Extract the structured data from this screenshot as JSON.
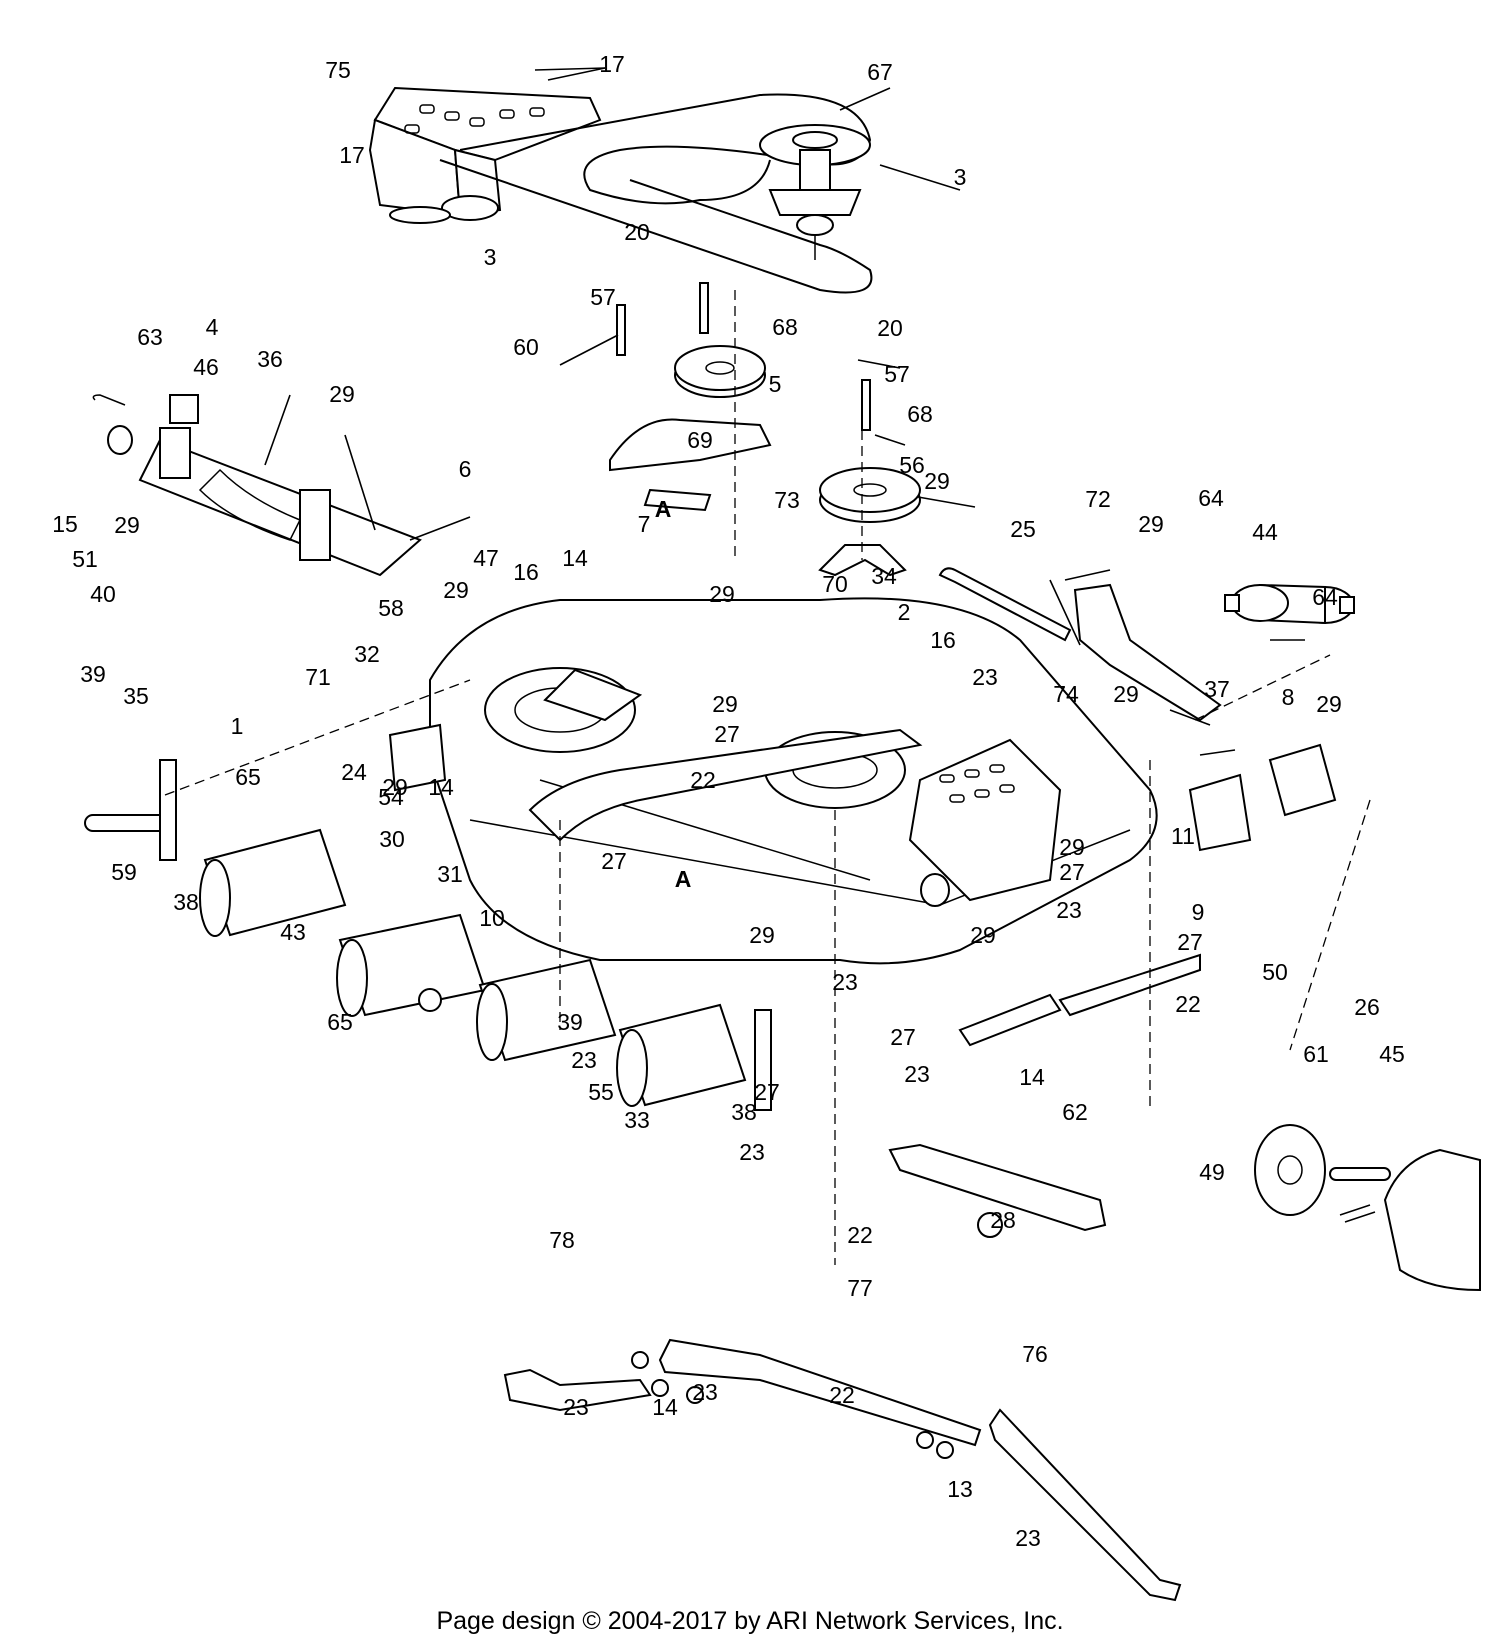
{
  "callouts": [
    {
      "id": "75",
      "text": "75"
    },
    {
      "id": "17a",
      "text": "17"
    },
    {
      "id": "67",
      "text": "67"
    },
    {
      "id": "17b",
      "text": "17"
    },
    {
      "id": "3a",
      "text": "3"
    },
    {
      "id": "3b",
      "text": "3"
    },
    {
      "id": "20a",
      "text": "20"
    },
    {
      "id": "57a",
      "text": "57"
    },
    {
      "id": "60",
      "text": "60"
    },
    {
      "id": "68a",
      "text": "68"
    },
    {
      "id": "20b",
      "text": "20"
    },
    {
      "id": "57b",
      "text": "57"
    },
    {
      "id": "68b",
      "text": "68"
    },
    {
      "id": "5",
      "text": "5"
    },
    {
      "id": "69",
      "text": "69"
    },
    {
      "id": "A1",
      "text": "A"
    },
    {
      "id": "73",
      "text": "73"
    },
    {
      "id": "56",
      "text": "56"
    },
    {
      "id": "29a",
      "text": "29"
    },
    {
      "id": "63",
      "text": "63"
    },
    {
      "id": "4",
      "text": "4"
    },
    {
      "id": "36",
      "text": "36"
    },
    {
      "id": "46",
      "text": "46"
    },
    {
      "id": "29b",
      "text": "29"
    },
    {
      "id": "15",
      "text": "15"
    },
    {
      "id": "51",
      "text": "51"
    },
    {
      "id": "40",
      "text": "40"
    },
    {
      "id": "29c",
      "text": "29"
    },
    {
      "id": "6",
      "text": "6"
    },
    {
      "id": "7",
      "text": "7"
    },
    {
      "id": "47",
      "text": "47"
    },
    {
      "id": "16a",
      "text": "16"
    },
    {
      "id": "14a",
      "text": "14"
    },
    {
      "id": "29d",
      "text": "29"
    },
    {
      "id": "29e",
      "text": "29"
    },
    {
      "id": "70",
      "text": "70"
    },
    {
      "id": "34",
      "text": "34"
    },
    {
      "id": "2",
      "text": "2"
    },
    {
      "id": "25",
      "text": "25"
    },
    {
      "id": "72",
      "text": "72"
    },
    {
      "id": "29f",
      "text": "29"
    },
    {
      "id": "64a",
      "text": "64"
    },
    {
      "id": "44",
      "text": "44"
    },
    {
      "id": "64b",
      "text": "64"
    },
    {
      "id": "37",
      "text": "37"
    },
    {
      "id": "58",
      "text": "58"
    },
    {
      "id": "32",
      "text": "32"
    },
    {
      "id": "16b",
      "text": "16"
    },
    {
      "id": "23a",
      "text": "23"
    },
    {
      "id": "74",
      "text": "74"
    },
    {
      "id": "29g",
      "text": "29"
    },
    {
      "id": "8",
      "text": "8"
    },
    {
      "id": "29h",
      "text": "29"
    },
    {
      "id": "71",
      "text": "71"
    },
    {
      "id": "39a",
      "text": "39"
    },
    {
      "id": "35",
      "text": "35"
    },
    {
      "id": "1",
      "text": "1"
    },
    {
      "id": "29i",
      "text": "29"
    },
    {
      "id": "27a",
      "text": "27"
    },
    {
      "id": "24",
      "text": "24"
    },
    {
      "id": "29j",
      "text": "29"
    },
    {
      "id": "14b",
      "text": "14"
    },
    {
      "id": "65a",
      "text": "65"
    },
    {
      "id": "22a",
      "text": "22"
    },
    {
      "id": "59",
      "text": "59"
    },
    {
      "id": "38a",
      "text": "38"
    },
    {
      "id": "54",
      "text": "54"
    },
    {
      "id": "30",
      "text": "30"
    },
    {
      "id": "31",
      "text": "31"
    },
    {
      "id": "11",
      "text": "11"
    },
    {
      "id": "29k",
      "text": "29"
    },
    {
      "id": "27b",
      "text": "27"
    },
    {
      "id": "27c",
      "text": "27"
    },
    {
      "id": "A2",
      "text": "A"
    },
    {
      "id": "23b",
      "text": "23"
    },
    {
      "id": "9",
      "text": "9"
    },
    {
      "id": "43",
      "text": "43"
    },
    {
      "id": "10",
      "text": "10"
    },
    {
      "id": "29l",
      "text": "29"
    },
    {
      "id": "29m",
      "text": "29"
    },
    {
      "id": "27d",
      "text": "27"
    },
    {
      "id": "50",
      "text": "50"
    },
    {
      "id": "22b",
      "text": "22"
    },
    {
      "id": "26",
      "text": "26"
    },
    {
      "id": "65b",
      "text": "65"
    },
    {
      "id": "39b",
      "text": "39"
    },
    {
      "id": "23c",
      "text": "23"
    },
    {
      "id": "23d",
      "text": "23"
    },
    {
      "id": "27e",
      "text": "27"
    },
    {
      "id": "61",
      "text": "61"
    },
    {
      "id": "45",
      "text": "45"
    },
    {
      "id": "55",
      "text": "55"
    },
    {
      "id": "33",
      "text": "33"
    },
    {
      "id": "38b",
      "text": "38"
    },
    {
      "id": "27f",
      "text": "27"
    },
    {
      "id": "14c",
      "text": "14"
    },
    {
      "id": "23e",
      "text": "23"
    },
    {
      "id": "62",
      "text": "62"
    },
    {
      "id": "23f",
      "text": "23"
    },
    {
      "id": "49",
      "text": "49"
    },
    {
      "id": "22c",
      "text": "22"
    },
    {
      "id": "28",
      "text": "28"
    },
    {
      "id": "78",
      "text": "78"
    },
    {
      "id": "77",
      "text": "77"
    },
    {
      "id": "76",
      "text": "76"
    },
    {
      "id": "23g",
      "text": "23"
    },
    {
      "id": "14d",
      "text": "14"
    },
    {
      "id": "23h",
      "text": "23"
    },
    {
      "id": "22d",
      "text": "22"
    },
    {
      "id": "13",
      "text": "13"
    },
    {
      "id": "23i",
      "text": "23"
    }
  ],
  "footer": {
    "credit": "Page design © 2004-2017 by ARI Network Services, Inc."
  }
}
